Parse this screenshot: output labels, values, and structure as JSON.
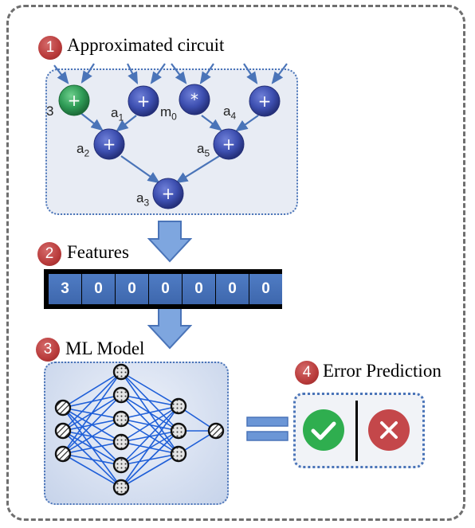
{
  "colors": {
    "panel_border": "#6f6f6f",
    "box_fill": "#e6ebf5",
    "box_border": "#4a74b8",
    "node_blue": "#3d4fb0",
    "node_green": "#2e9a55",
    "edge": "#4a74b8",
    "badge": "#b83a3a",
    "check": "#2fae4f",
    "cross": "#c4474a"
  },
  "steps": [
    {
      "number": "1",
      "title": "Approximated circuit"
    },
    {
      "number": "2",
      "title": "Features"
    },
    {
      "number": "3",
      "title": "ML Model"
    },
    {
      "number": "4",
      "title": "Error Prediction"
    }
  ],
  "circuit": {
    "nodes": [
      {
        "id": "n3",
        "symbol": "+",
        "label": "3",
        "sub": "",
        "color": "green"
      },
      {
        "id": "a1",
        "symbol": "+",
        "label": "a",
        "sub": "1",
        "color": "blue"
      },
      {
        "id": "m0",
        "symbol": "*",
        "label": "m",
        "sub": "0",
        "color": "blue"
      },
      {
        "id": "a4",
        "symbol": "+",
        "label": "a",
        "sub": "4",
        "color": "blue"
      },
      {
        "id": "a2",
        "symbol": "+",
        "label": "a",
        "sub": "2",
        "color": "blue"
      },
      {
        "id": "a5",
        "symbol": "+",
        "label": "a",
        "sub": "5",
        "color": "blue"
      },
      {
        "id": "a3",
        "symbol": "+",
        "label": "a",
        "sub": "3",
        "color": "blue"
      }
    ]
  },
  "features": [
    "3",
    "0",
    "0",
    "0",
    "0",
    "0",
    "0"
  ],
  "prediction": {
    "correct_icon": "check-icon",
    "incorrect_icon": "cross-icon",
    "equals_icon": "equals-icon"
  }
}
